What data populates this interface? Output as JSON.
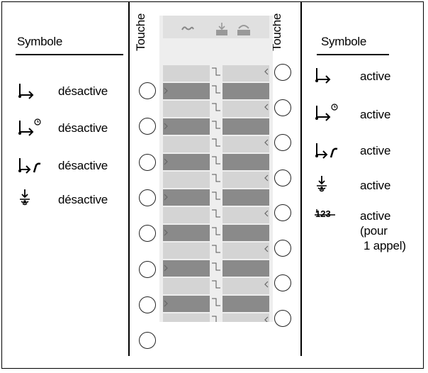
{
  "headers": {
    "left_symbol": "Symbole",
    "right_symbol": "Symbole",
    "left_touche": "Touche",
    "right_touche": "Touche"
  },
  "left_rows": [
    {
      "icon": "call-forward-icon",
      "label": "désactive"
    },
    {
      "icon": "call-forward-timed-icon",
      "label": "désactive"
    },
    {
      "icon": "call-forward-busy-icon",
      "label": "désactive"
    },
    {
      "icon": "ringer-off-icon",
      "label": "désactive"
    }
  ],
  "right_rows": [
    {
      "icon": "call-forward-icon",
      "label": "active"
    },
    {
      "icon": "call-forward-timed-icon",
      "label": "active"
    },
    {
      "icon": "call-forward-busy-icon",
      "label": "active"
    },
    {
      "icon": "ringer-off-icon",
      "label": "active"
    },
    {
      "icon": "suppress-number-icon",
      "label": "active",
      "sub1": "(pour",
      "sub2": "1 appel)"
    }
  ],
  "button_count_each_side": 8,
  "colors": {
    "strip_dark": "#8a8a8a",
    "strip_light": "#d4d4d4",
    "strip_bg": "#e8e8e8"
  }
}
